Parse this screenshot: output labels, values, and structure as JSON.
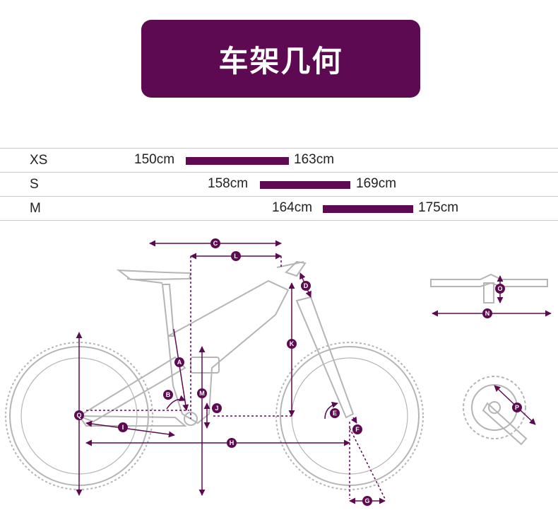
{
  "title": "车架几何",
  "sizes": [
    {
      "name": "XS",
      "min": "150cm",
      "max": "163cm"
    },
    {
      "name": "S",
      "min": "158cm",
      "max": "169cm"
    },
    {
      "name": "M",
      "min": "164cm",
      "max": "175cm"
    }
  ],
  "labels": {
    "A": "A",
    "B": "B",
    "C": "C",
    "D": "D",
    "E": "E",
    "F": "F",
    "G": "G",
    "H": "H",
    "I": "I",
    "J": "J",
    "K": "K",
    "L": "L",
    "M": "M",
    "N": "N",
    "O": "O",
    "P": "P",
    "Q": "Q"
  },
  "colors": {
    "accent": "#5e0a52",
    "frame": "#b5b5b5"
  }
}
